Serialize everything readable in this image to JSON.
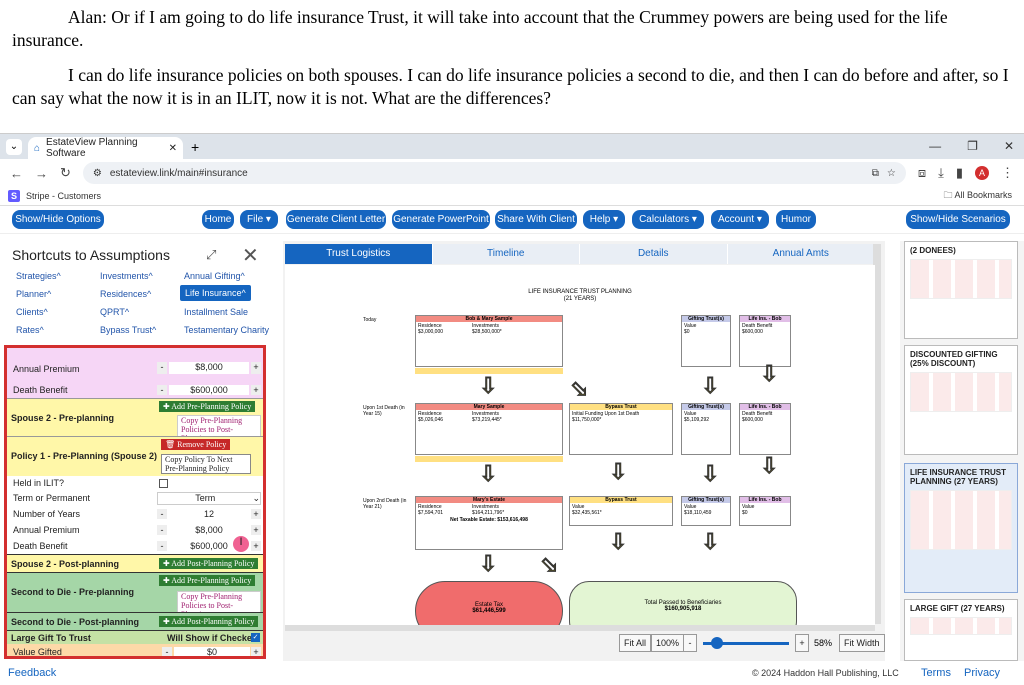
{
  "document": {
    "paragraph1": "Alan: Or if I am going to do life insurance Trust, it will take into account that the Crummey powers are being used for the life insurance.",
    "paragraph2": "I can do life insurance policies on both spouses. I can do life insurance policies a second to die, and then I can do before and after, so I can say what the now it is in an ILIT, now it is not. What are the differences?"
  },
  "browser": {
    "tab_title": "EstateView Planning Software",
    "url": "estateview.link/main#insurance",
    "bookmark": "Stripe - Customers",
    "all_bookmarks": "All Bookmarks",
    "profile_initial": "A"
  },
  "nav": {
    "show_hide_options": "Show/Hide Options",
    "home": "Home",
    "file": "File",
    "generate_client_letter": "Generate Client Letter",
    "generate_powerpoint": "Generate PowerPoint",
    "share_with_client": "Share With Client",
    "help": "Help",
    "calculators": "Calculators",
    "account": "Account",
    "humor": "Humor",
    "show_hide_scenarios": "Show/Hide Scenarios"
  },
  "shortcuts": {
    "title": "Shortcuts to Assumptions",
    "items": [
      "Strategies^",
      "Investments^",
      "Annual Gifting^",
      "Planner^",
      "Residences^",
      "Life Insurance^",
      "Clients^",
      "QPRT^",
      "Installment Sale",
      "Rates^",
      "Bypass Trust^",
      "Testamentary Charity"
    ],
    "active": "Life Insurance^"
  },
  "form": {
    "annual_premium_label": "Annual Premium",
    "annual_premium_value": "$8,000",
    "death_benefit_label": "Death Benefit",
    "death_benefit_value": "$600,000",
    "spouse2_pre": "Spouse 2 - Pre-planning",
    "add_pre_planning": "Add Pre-Planning Policy",
    "copy_pre_to_post": "Copy Pre-Planning Policies to Post-Planning",
    "policy1": "Policy 1 - Pre-Planning (Spouse 2)",
    "remove_policy": "Remove Policy",
    "copy_policy_next": "Copy Policy To Next Pre-Planning Policy",
    "held_in_ilit": "Held in ILIT?",
    "term_or_permanent": "Term or Permanent",
    "term_value": "Term",
    "number_of_years": "Number of Years",
    "years_value": "12",
    "annual_premium2_value": "$8,000",
    "death_benefit2_value": "$600,000",
    "spouse2_post": "Spouse 2 - Post-planning",
    "add_post_planning": "Add Post-Planning Policy",
    "std_pre": "Second to Die - Pre-planning",
    "std_post": "Second to Die - Post-planning",
    "large_gift": "Large Gift To Trust",
    "will_show": "Will Show if Checked:",
    "value_gifted": "Value Gifted",
    "value_gifted_value": "$0"
  },
  "center": {
    "tabs": [
      "Trust Logistics",
      "Timeline",
      "Details",
      "Annual Amts"
    ],
    "active_tab": "Trust Logistics",
    "diagram_title": "LIFE INSURANCE TRUST PLANNING",
    "diagram_subtitle": "(21 YEARS)",
    "today": "Today",
    "upon_first": "Upon 1st Death (in Year 15)",
    "upon_second": "Upon 2nd Death (in Year 21)",
    "bob_mary": "Bob & Mary Sample",
    "residence": "Residence",
    "residence_v1": "$3,000,000",
    "investments": "Investments",
    "investments_v1": "$28,500,000*",
    "gifting_trust": "Gifting Trust(s)",
    "value": "Value",
    "zero": "$0",
    "life_ins_bob": "Life Ins. - Bob",
    "death_benefit": "Death Benefit",
    "db_v": "$600,000",
    "mary_sample": "Mary Sample",
    "residence_v2": "$5,026,046",
    "investments_v2": "$73,219,445*",
    "bypass_trust": "Bypass Trust",
    "initial_funding": "Initial Funding Upon 1st Death",
    "bypass_v": "$11,750,000*",
    "gifting_v2": "$5,109,292",
    "marys_estate": "Mary's Estate",
    "residence_v3": "$7,594,701",
    "investments_v3": "$164,211,796*",
    "net_taxable": "Net Taxable Estate: $153,616,498",
    "bypass_v3": "$32,435,561*",
    "gifting_v3": "$18,110,459",
    "estate_tax_label": "Estate Tax",
    "estate_tax": "$61,446,599",
    "total_passed_label": "Total Passed to Beneficiaries",
    "total_passed": "$160,905,918",
    "fit_all": "Fit All",
    "zoom100": "100%",
    "minus": "-",
    "plus": "+",
    "zoom": "58%",
    "fit_width": "Fit Width"
  },
  "scenarios": {
    "cards": [
      {
        "title": "(2 DONEES)"
      },
      {
        "title": "DISCOUNTED GIFTING (25% DISCOUNT)"
      },
      {
        "title": "LIFE INSURANCE TRUST PLANNING (27 YEARS)"
      },
      {
        "title": "LARGE GIFT (27 YEARS)"
      }
    ]
  },
  "footer": {
    "feedback": "Feedback",
    "copyright": "© 2024 Haddon Hall Publishing, LLC",
    "terms": "Terms",
    "privacy": "Privacy"
  },
  "colors": {
    "nav_blue": "#1565c0",
    "green_button": "#2e7d32",
    "red_button": "#c62828",
    "highlight_red": "#d32f2f"
  }
}
